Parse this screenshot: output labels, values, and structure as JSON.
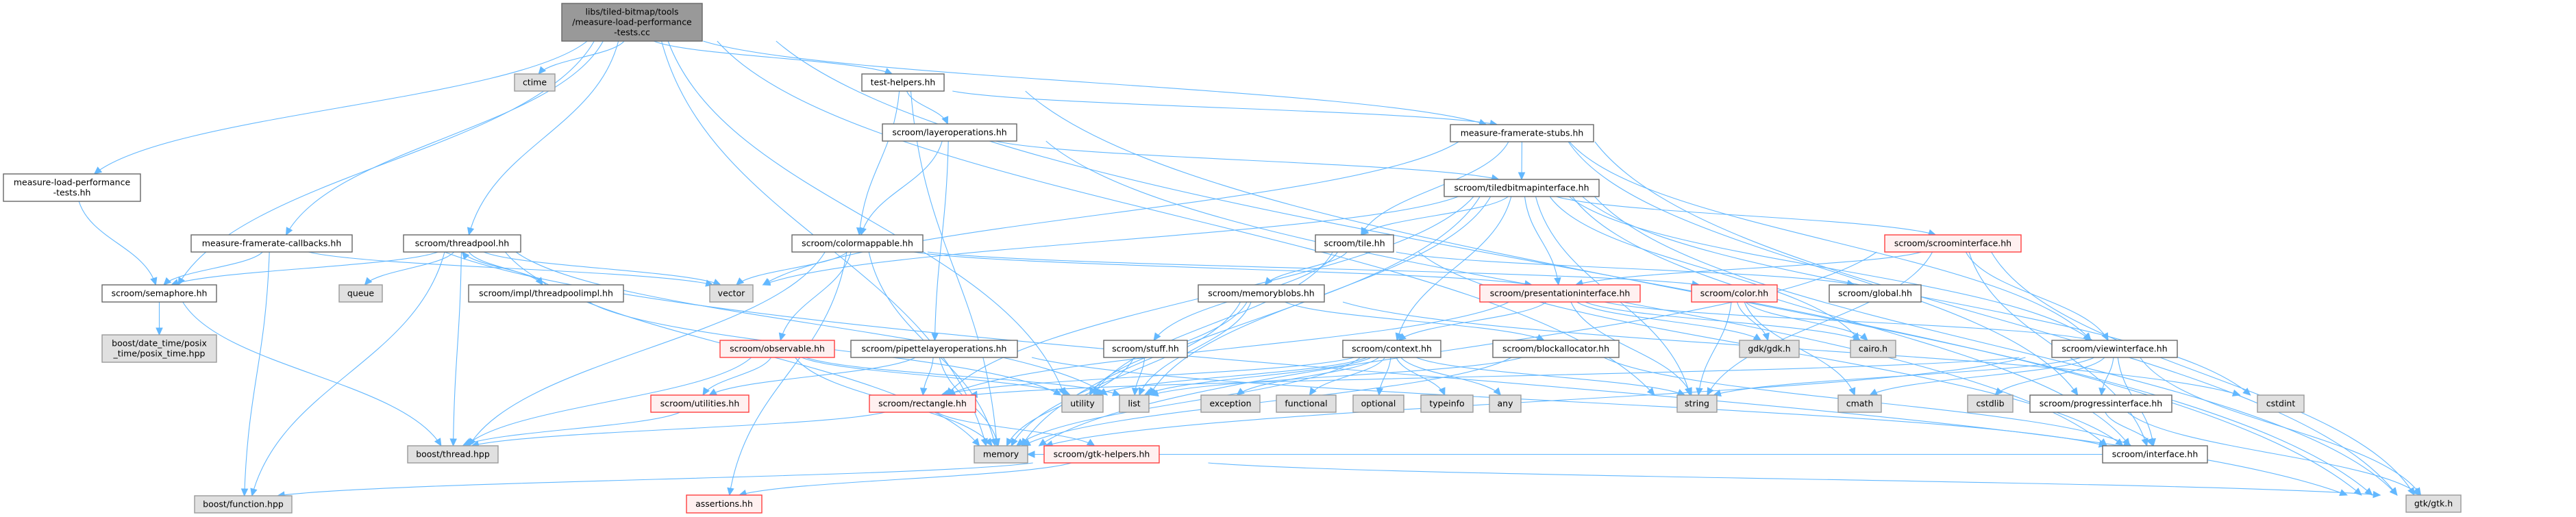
{
  "title": "Include dependency graph for libs/tiled-bitmap/tools/measure-load-performance-tests.cc",
  "colors": {
    "edge": "#63b8ff",
    "root_fill": "#999999",
    "file_fill": "#ffffff",
    "system_fill": "#e0e0e0",
    "warning_fill": "#fff0f0",
    "warning_border": "#ff4040"
  },
  "nodes": [
    {
      "id": "root",
      "kind": "root",
      "lines": [
        "libs/tiled-bitmap/tools",
        "/measure-load-performance",
        "-tests.cc"
      ]
    },
    {
      "id": "ctime",
      "kind": "sys",
      "lines": [
        "ctime"
      ]
    },
    {
      "id": "testhelpers",
      "kind": "file",
      "lines": [
        "test-helpers.hh"
      ]
    },
    {
      "id": "mlpt",
      "kind": "file",
      "lines": [
        "measure-load-performance",
        "-tests.hh"
      ]
    },
    {
      "id": "layerops",
      "kind": "file",
      "lines": [
        "scroom/layeroperations.hh"
      ]
    },
    {
      "id": "mfstubs",
      "kind": "file",
      "lines": [
        "measure-framerate-stubs.hh"
      ]
    },
    {
      "id": "tbi",
      "kind": "file",
      "lines": [
        "scroom/tiledbitmapinterface.hh"
      ]
    },
    {
      "id": "mfcallbacks",
      "kind": "file",
      "lines": [
        "measure-framerate-callbacks.hh"
      ]
    },
    {
      "id": "threadpool",
      "kind": "file",
      "lines": [
        "scroom/threadpool.hh"
      ]
    },
    {
      "id": "colormappable",
      "kind": "file",
      "lines": [
        "scroom/colormappable.hh"
      ]
    },
    {
      "id": "tile",
      "kind": "file",
      "lines": [
        "scroom/tile.hh"
      ]
    },
    {
      "id": "scroominterface",
      "kind": "warn",
      "lines": [
        "scroom/scroominterface.hh"
      ]
    },
    {
      "id": "semaphore",
      "kind": "file",
      "lines": [
        "scroom/semaphore.hh"
      ]
    },
    {
      "id": "queue",
      "kind": "sys",
      "lines": [
        "queue"
      ]
    },
    {
      "id": "threadpoolimpl",
      "kind": "file",
      "lines": [
        "scroom/impl/threadpoolimpl.hh"
      ]
    },
    {
      "id": "vector",
      "kind": "sys",
      "lines": [
        "vector"
      ]
    },
    {
      "id": "memoryblobs",
      "kind": "file",
      "lines": [
        "scroom/memoryblobs.hh"
      ]
    },
    {
      "id": "presentation",
      "kind": "warn",
      "lines": [
        "scroom/presentationinterface.hh"
      ]
    },
    {
      "id": "color",
      "kind": "warn",
      "lines": [
        "scroom/color.hh"
      ]
    },
    {
      "id": "global",
      "kind": "file",
      "lines": [
        "scroom/global.hh"
      ]
    },
    {
      "id": "posixtime",
      "kind": "sys",
      "lines": [
        "boost/date_time/posix",
        "_time/posix_time.hpp"
      ]
    },
    {
      "id": "observable",
      "kind": "warn",
      "lines": [
        "scroom/observable.hh"
      ]
    },
    {
      "id": "pipette",
      "kind": "file",
      "lines": [
        "scroom/pipettelayeroperations.hh"
      ]
    },
    {
      "id": "stuff",
      "kind": "file",
      "lines": [
        "scroom/stuff.hh"
      ]
    },
    {
      "id": "context",
      "kind": "file",
      "lines": [
        "scroom/context.hh"
      ]
    },
    {
      "id": "blockallocator",
      "kind": "file",
      "lines": [
        "scroom/blockallocator.hh"
      ]
    },
    {
      "id": "gdk",
      "kind": "sys",
      "lines": [
        "gdk/gdk.h"
      ]
    },
    {
      "id": "cairo",
      "kind": "sys",
      "lines": [
        "cairo.h"
      ]
    },
    {
      "id": "viewinterface",
      "kind": "file",
      "lines": [
        "scroom/viewinterface.hh"
      ]
    },
    {
      "id": "utilities",
      "kind": "warn",
      "lines": [
        "scroom/utilities.hh"
      ]
    },
    {
      "id": "rectangle",
      "kind": "warn",
      "lines": [
        "scroom/rectangle.hh"
      ]
    },
    {
      "id": "utility",
      "kind": "sys",
      "lines": [
        "utility"
      ]
    },
    {
      "id": "list",
      "kind": "sys",
      "lines": [
        "list"
      ]
    },
    {
      "id": "exception",
      "kind": "sys",
      "lines": [
        "exception"
      ]
    },
    {
      "id": "functional",
      "kind": "sys",
      "lines": [
        "functional"
      ]
    },
    {
      "id": "optional",
      "kind": "sys",
      "lines": [
        "optional"
      ]
    },
    {
      "id": "typeinfo",
      "kind": "sys",
      "lines": [
        "typeinfo"
      ]
    },
    {
      "id": "any",
      "kind": "sys",
      "lines": [
        "any"
      ]
    },
    {
      "id": "string",
      "kind": "sys",
      "lines": [
        "string"
      ]
    },
    {
      "id": "cmath",
      "kind": "sys",
      "lines": [
        "cmath"
      ]
    },
    {
      "id": "cstdlib",
      "kind": "sys",
      "lines": [
        "cstdlib"
      ]
    },
    {
      "id": "progress",
      "kind": "file",
      "lines": [
        "scroom/progressinterface.hh"
      ]
    },
    {
      "id": "cstdint",
      "kind": "sys",
      "lines": [
        "cstdint"
      ]
    },
    {
      "id": "boostthread",
      "kind": "sys",
      "lines": [
        "boost/thread.hpp"
      ]
    },
    {
      "id": "memory",
      "kind": "sys",
      "lines": [
        "memory"
      ]
    },
    {
      "id": "gtkhelpers",
      "kind": "warn",
      "lines": [
        "scroom/gtk-helpers.hh"
      ]
    },
    {
      "id": "interface",
      "kind": "file",
      "lines": [
        "scroom/interface.hh"
      ]
    },
    {
      "id": "boostfunction",
      "kind": "sys",
      "lines": [
        "boost/function.hpp"
      ]
    },
    {
      "id": "assertions",
      "kind": "warn",
      "lines": [
        "assertions.hh"
      ]
    },
    {
      "id": "gtk",
      "kind": "sys",
      "lines": [
        "gtk/gtk.h"
      ]
    }
  ],
  "edges": [
    [
      "root",
      "ctime"
    ],
    [
      "root",
      "testhelpers"
    ],
    [
      "root",
      "mlpt"
    ],
    [
      "root",
      "mfstubs"
    ],
    [
      "root",
      "mfcallbacks"
    ],
    [
      "root",
      "threadpool"
    ],
    [
      "root",
      "semaphore"
    ],
    [
      "root",
      "memory"
    ],
    [
      "root",
      "utility"
    ],
    [
      "root",
      "string"
    ],
    [
      "root",
      "gtk"
    ],
    [
      "mlpt",
      "semaphore"
    ],
    [
      "testhelpers",
      "layerops"
    ],
    [
      "testhelpers",
      "mfstubs"
    ],
    [
      "testhelpers",
      "colormappable"
    ],
    [
      "testhelpers",
      "memory"
    ],
    [
      "testhelpers",
      "gtk"
    ],
    [
      "layerops",
      "colormappable"
    ],
    [
      "layerops",
      "tbi"
    ],
    [
      "layerops",
      "pipette"
    ],
    [
      "layerops",
      "interface"
    ],
    [
      "mfstubs",
      "tbi"
    ],
    [
      "mfstubs",
      "tile"
    ],
    [
      "mfstubs",
      "vector"
    ],
    [
      "mfstubs",
      "viewinterface"
    ],
    [
      "mfstubs",
      "gtk"
    ],
    [
      "mfstubs",
      "progress"
    ],
    [
      "tbi",
      "tile"
    ],
    [
      "tbi",
      "vector"
    ],
    [
      "tbi",
      "presentation"
    ],
    [
      "tbi",
      "scroominterface"
    ],
    [
      "tbi",
      "context"
    ],
    [
      "tbi",
      "viewinterface"
    ],
    [
      "tbi",
      "interface"
    ],
    [
      "tbi",
      "rectangle"
    ],
    [
      "tbi",
      "memory"
    ],
    [
      "tbi",
      "cairo"
    ],
    [
      "tbi",
      "gtk"
    ],
    [
      "tbi",
      "string"
    ],
    [
      "tbi",
      "list"
    ],
    [
      "tbi",
      "cstdint"
    ],
    [
      "mfcallbacks",
      "semaphore"
    ],
    [
      "mfcallbacks",
      "boostfunction"
    ],
    [
      "mfcallbacks",
      "gtk"
    ],
    [
      "mfcallbacks",
      "vector"
    ],
    [
      "threadpool",
      "semaphore"
    ],
    [
      "threadpool",
      "queue"
    ],
    [
      "threadpool",
      "threadpoolimpl"
    ],
    [
      "threadpool",
      "boostthread"
    ],
    [
      "threadpool",
      "boostfunction"
    ],
    [
      "threadpool",
      "memory"
    ],
    [
      "threadpool",
      "vector"
    ],
    [
      "threadpool",
      "list"
    ],
    [
      "threadpoolimpl",
      "threadpool"
    ],
    [
      "threadpoolimpl",
      "utility"
    ],
    [
      "semaphore",
      "posixtime"
    ],
    [
      "semaphore",
      "boostthread"
    ],
    [
      "colormappable",
      "vector"
    ],
    [
      "colormappable",
      "observable"
    ],
    [
      "colormappable",
      "presentation"
    ],
    [
      "colormappable",
      "color"
    ],
    [
      "colormappable",
      "memory"
    ],
    [
      "colormappable",
      "boostthread"
    ],
    [
      "colormappable",
      "assertions"
    ],
    [
      "tile",
      "memoryblobs"
    ],
    [
      "tile",
      "stuff"
    ],
    [
      "tile",
      "global"
    ],
    [
      "tile",
      "interface"
    ],
    [
      "tile",
      "utility"
    ],
    [
      "memoryblobs",
      "blockallocator"
    ],
    [
      "memoryblobs",
      "list"
    ],
    [
      "memoryblobs",
      "utility"
    ],
    [
      "memoryblobs",
      "memory"
    ],
    [
      "memoryblobs",
      "cstdint"
    ],
    [
      "presentation",
      "context"
    ],
    [
      "presentation",
      "viewinterface"
    ],
    [
      "presentation",
      "rectangle"
    ],
    [
      "presentation",
      "string"
    ],
    [
      "presentation",
      "gdk"
    ],
    [
      "presentation",
      "cairo"
    ],
    [
      "scroominterface",
      "presentation"
    ],
    [
      "scroominterface",
      "viewinterface"
    ],
    [
      "scroominterface",
      "string"
    ],
    [
      "scroominterface",
      "gtk"
    ],
    [
      "scroominterface",
      "interface"
    ],
    [
      "scroominterface",
      "memory"
    ],
    [
      "color",
      "gdk"
    ],
    [
      "color",
      "cairo"
    ],
    [
      "color",
      "cmath"
    ],
    [
      "color",
      "string"
    ],
    [
      "observable",
      "utilities"
    ],
    [
      "observable",
      "boostthread"
    ],
    [
      "observable",
      "memory"
    ],
    [
      "observable",
      "list"
    ],
    [
      "observable",
      "utility"
    ],
    [
      "pipette",
      "rectangle"
    ],
    [
      "pipette",
      "utilities"
    ],
    [
      "pipette",
      "memory"
    ],
    [
      "pipette",
      "interface"
    ],
    [
      "stuff",
      "list"
    ],
    [
      "stuff",
      "memory"
    ],
    [
      "context",
      "exception"
    ],
    [
      "context",
      "functional"
    ],
    [
      "context",
      "optional"
    ],
    [
      "context",
      "typeinfo"
    ],
    [
      "context",
      "any"
    ],
    [
      "context",
      "list"
    ],
    [
      "context",
      "string"
    ],
    [
      "context",
      "memory"
    ],
    [
      "context",
      "utility"
    ],
    [
      "context",
      "rectangle"
    ],
    [
      "blockallocator",
      "list"
    ],
    [
      "blockallocator",
      "memory"
    ],
    [
      "blockallocator",
      "interface"
    ],
    [
      "viewinterface",
      "string"
    ],
    [
      "viewinterface",
      "cmath"
    ],
    [
      "viewinterface",
      "cstdlib"
    ],
    [
      "viewinterface",
      "progress"
    ],
    [
      "viewinterface",
      "interface"
    ],
    [
      "viewinterface",
      "gtk"
    ],
    [
      "viewinterface",
      "rectangle"
    ],
    [
      "viewinterface",
      "memory"
    ],
    [
      "progress",
      "interface"
    ],
    [
      "progress",
      "gtk"
    ],
    [
      "utilities",
      "boostthread"
    ],
    [
      "rectangle",
      "gtkhelpers"
    ],
    [
      "rectangle",
      "boostthread"
    ],
    [
      "gtkhelpers",
      "assertions"
    ],
    [
      "gtkhelpers",
      "boostfunction"
    ],
    [
      "gtkhelpers",
      "gtk"
    ],
    [
      "gtkhelpers",
      "memory"
    ],
    [
      "interface",
      "memory"
    ]
  ]
}
